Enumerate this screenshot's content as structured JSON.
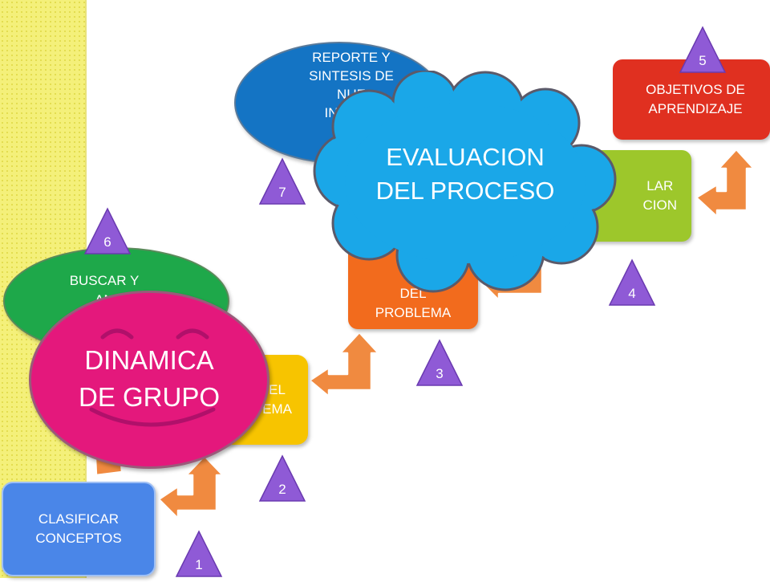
{
  "steps": {
    "clasificar": {
      "text": "CLASIFICAR CONCEPTOS",
      "number": "1"
    },
    "definir": {
      "text": "DEFINIR EL PROBLEMA",
      "visible": "EL\nEMA",
      "number": "2"
    },
    "analisis": {
      "text": "ANALISIS DEL PROBLEMA",
      "visible": "DEL\nPROBLEMA",
      "number": "3"
    },
    "formular": {
      "text": "FORMULAR HIPOTESIS / EXPLICACION",
      "visible": "LAR\nCION",
      "number": "4"
    },
    "objetivos": {
      "text": "OBJETIVOS DE APRENDIZAJE",
      "number": "5"
    },
    "buscar": {
      "text": "BUSCAR Y ANALIZAR INFORMACION",
      "visible": "BUSCAR Y\nAN\nIN",
      "number": "6"
    },
    "reporte": {
      "text": "REPORTE Y SINTESIS DE NUEVA INFORMACION ADQUIRIDA",
      "visible": "REPORTE Y\nSINTESIS DE\nNUE\nINFORM\nADQ",
      "number": "7"
    }
  },
  "overlays": {
    "cloud": "EVALUACION\nDEL PROCESO",
    "dinamica": "DINAMICA\nDE GRUPO"
  },
  "colors": {
    "blue": "#4a86e8",
    "yellow": "#f7c400",
    "orange": "#f26b1d",
    "orange_red": "#f05a24",
    "lime": "#9dc72b",
    "red": "#e03020",
    "green": "#1ea84a",
    "dark_blue": "#1474c4",
    "cloud": "#1aa7e8",
    "magenta": "#e4187c",
    "triangle": "#8f5ad6",
    "arrow": "#f08a40"
  }
}
